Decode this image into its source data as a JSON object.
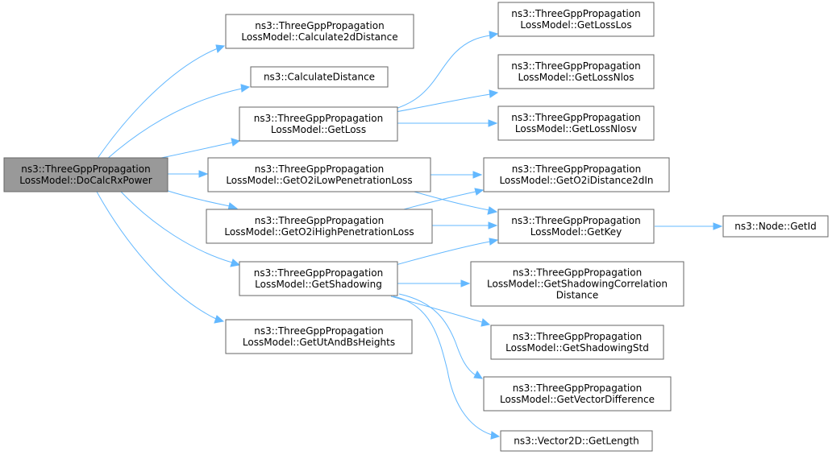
{
  "nodes": [
    {
      "id": "root",
      "lines": [
        "ns3::ThreeGppPropagation",
        "LossModel::DoCalcRxPower"
      ],
      "highlight": true
    },
    {
      "id": "calc2d",
      "lines": [
        "ns3::ThreeGppPropagation",
        "LossModel::Calculate2dDistance"
      ]
    },
    {
      "id": "calcdist",
      "lines": [
        "ns3::CalculateDistance"
      ]
    },
    {
      "id": "getloss",
      "lines": [
        "ns3::ThreeGppPropagation",
        "LossModel::GetLoss"
      ]
    },
    {
      "id": "o2ilow",
      "lines": [
        "ns3::ThreeGppPropagation",
        "LossModel::GetO2iLowPenetrationLoss"
      ]
    },
    {
      "id": "o2ihigh",
      "lines": [
        "ns3::ThreeGppPropagation",
        "LossModel::GetO2iHighPenetrationLoss"
      ]
    },
    {
      "id": "shadowing",
      "lines": [
        "ns3::ThreeGppPropagation",
        "LossModel::GetShadowing"
      ]
    },
    {
      "id": "utbs",
      "lines": [
        "ns3::ThreeGppPropagation",
        "LossModel::GetUtAndBsHeights"
      ]
    },
    {
      "id": "losslos",
      "lines": [
        "ns3::ThreeGppPropagation",
        "LossModel::GetLossLos"
      ]
    },
    {
      "id": "lossnlos",
      "lines": [
        "ns3::ThreeGppPropagation",
        "LossModel::GetLossNlos"
      ]
    },
    {
      "id": "lossnlosv",
      "lines": [
        "ns3::ThreeGppPropagation",
        "LossModel::GetLossNlosv"
      ]
    },
    {
      "id": "o2idist",
      "lines": [
        "ns3::ThreeGppPropagation",
        "LossModel::GetO2iDistance2dIn"
      ]
    },
    {
      "id": "getkey",
      "lines": [
        "ns3::ThreeGppPropagation",
        "LossModel::GetKey"
      ]
    },
    {
      "id": "shadcorr",
      "lines": [
        "ns3::ThreeGppPropagation",
        "LossModel::GetShadowingCorrelation",
        "Distance"
      ]
    },
    {
      "id": "shadstd",
      "lines": [
        "ns3::ThreeGppPropagation",
        "LossModel::GetShadowingStd"
      ]
    },
    {
      "id": "vecdiff",
      "lines": [
        "ns3::ThreeGppPropagation",
        "LossModel::GetVectorDifference"
      ]
    },
    {
      "id": "getlength",
      "lines": [
        "ns3::Vector2D::GetLength"
      ]
    },
    {
      "id": "nodegetid",
      "lines": [
        "ns3::Node::GetId"
      ]
    }
  ],
  "edges": [
    {
      "from": "root",
      "to": "calc2d"
    },
    {
      "from": "root",
      "to": "calcdist"
    },
    {
      "from": "root",
      "to": "getloss"
    },
    {
      "from": "root",
      "to": "o2ilow"
    },
    {
      "from": "root",
      "to": "o2ihigh"
    },
    {
      "from": "root",
      "to": "shadowing"
    },
    {
      "from": "root",
      "to": "utbs"
    },
    {
      "from": "getloss",
      "to": "losslos"
    },
    {
      "from": "getloss",
      "to": "lossnlos"
    },
    {
      "from": "getloss",
      "to": "lossnlosv"
    },
    {
      "from": "o2ilow",
      "to": "o2idist"
    },
    {
      "from": "o2ilow",
      "to": "getkey"
    },
    {
      "from": "o2ihigh",
      "to": "o2idist"
    },
    {
      "from": "o2ihigh",
      "to": "getkey"
    },
    {
      "from": "getkey",
      "to": "nodegetid"
    },
    {
      "from": "shadowing",
      "to": "getkey"
    },
    {
      "from": "shadowing",
      "to": "shadcorr"
    },
    {
      "from": "shadowing",
      "to": "shadstd"
    },
    {
      "from": "shadowing",
      "to": "vecdiff"
    },
    {
      "from": "shadowing",
      "to": "getlength"
    }
  ]
}
